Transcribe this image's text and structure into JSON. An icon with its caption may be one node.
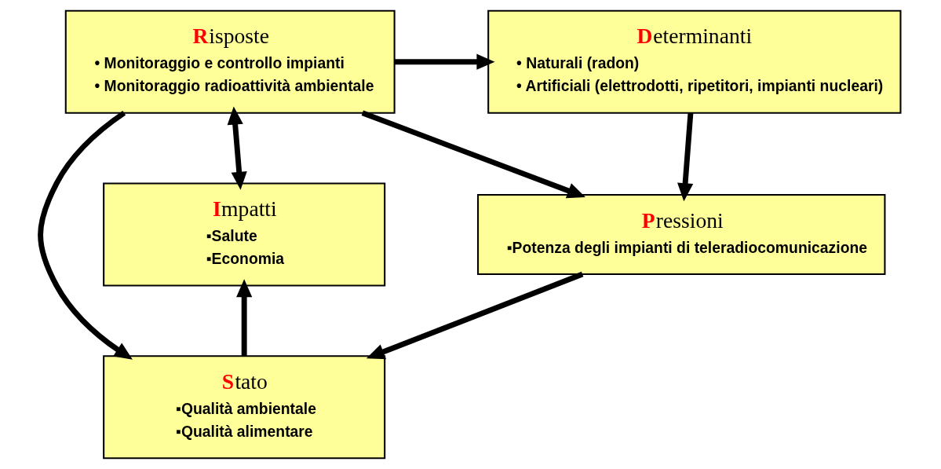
{
  "diagram": {
    "nodes": [
      {
        "text": [
          "Determinanti",
          "• Naturali (radon)",
          "• Artificiali (elettrodotti, ripetitori, impianti nucleari)"
        ]
      },
      {
        "text": [
          "Risposte",
          "• Monitoraggio e controllo impianti",
          "• Monitoraggio radioattività ambientale"
        ]
      },
      {
        "text": [
          "Pressioni",
          "▪Potenza degli impianti di teleradiocomunicazione"
        ]
      },
      {
        "text": [
          "Stato",
          "▪Qualità ambientale",
          "▪Qualità alimentare"
        ]
      },
      {
        "text": [
          "Impatti",
          "▪Salute",
          "▪Economia"
        ]
      }
    ],
    "edges": [
      {
        "from": 1,
        "to": 0,
        "arrow": "to"
      },
      {
        "from": 1,
        "to": 2,
        "arrow": "to"
      },
      {
        "from": 1,
        "to": 3,
        "arrow": "to"
      },
      {
        "from": 0,
        "to": 2,
        "arrow": "to"
      },
      {
        "from": 2,
        "to": 3,
        "arrow": "to"
      },
      {
        "from": 3,
        "to": 4,
        "arrow": "to"
      },
      {
        "from": 4,
        "to": 1,
        "arrow": "both"
      }
    ]
  }
}
